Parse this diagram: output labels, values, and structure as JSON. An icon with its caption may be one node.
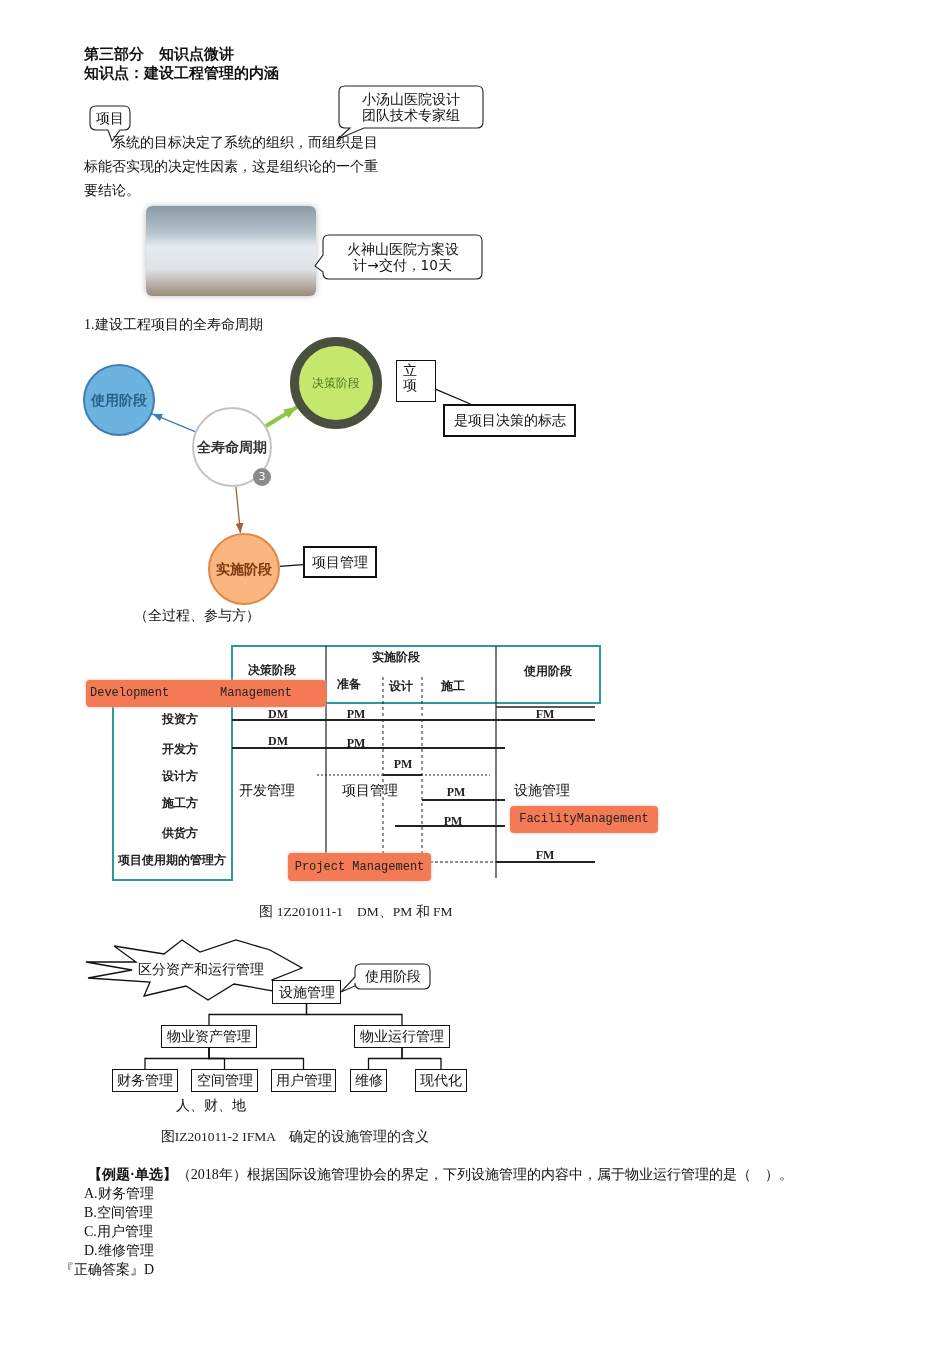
{
  "diagram": {
    "title": "第三部分　知识点微讲",
    "nodes": [
      {
        "text": [
          "项目"
        ]
      },
      {
        "text": [
          "小汤山医院设计团队技术专家组"
        ]
      },
      {
        "text": [
          "火神山医院方案设计→交付，10天"
        ]
      },
      {
        "text": [
          "使用阶段"
        ]
      },
      {
        "text": [
          "决策阶段"
        ]
      },
      {
        "text": [
          "全寿命周期"
        ]
      },
      {
        "text": [
          "实施阶段"
        ],
        "beside": [
          "（全过程、参与方）"
        ]
      },
      {
        "text": [
          "立项"
        ]
      },
      {
        "text": [
          "是项目决策的标志"
        ]
      },
      {
        "text": [
          "项目管理"
        ]
      },
      {
        "text": [
          "Development Management"
        ]
      },
      {
        "text": [
          "FacilityManagement"
        ]
      },
      {
        "text": [
          "Project Management"
        ]
      },
      {
        "text": [
          "区分资产和运行管理"
        ]
      },
      {
        "text": [
          "使用阶段"
        ]
      },
      {
        "text": [
          "设施管理"
        ]
      },
      {
        "text": [
          "物业资产管理"
        ]
      },
      {
        "text": [
          "物业运行管理"
        ]
      },
      {
        "text": [
          "财务管理"
        ]
      },
      {
        "text": [
          "空间管理"
        ]
      },
      {
        "text": [
          "用户管理"
        ]
      },
      {
        "text": [
          "维修"
        ]
      },
      {
        "text": [
          "现代化"
        ]
      }
    ],
    "edges": [
      {
        "from": 5,
        "to": 3,
        "arrow": "to",
        "color": "#3d7fb5"
      },
      {
        "from": 5,
        "to": 4,
        "arrow": "to",
        "style": "thick",
        "color": "#8dc63f"
      },
      {
        "from": 5,
        "to": 6,
        "arrow": "to",
        "color": "#a0643c"
      },
      {
        "from": 7,
        "to": 8,
        "arrow": "none"
      },
      {
        "from": 6,
        "to": 9,
        "arrow": "none"
      },
      {
        "from": 15,
        "to": 16,
        "arrow": "none"
      },
      {
        "from": 15,
        "to": 17,
        "arrow": "none"
      },
      {
        "from": 16,
        "to": 18,
        "arrow": "none"
      },
      {
        "from": 16,
        "to": 19,
        "arrow": "none"
      },
      {
        "from": 16,
        "to": 20,
        "arrow": "none"
      },
      {
        "from": 17,
        "to": 21,
        "arrow": "none"
      },
      {
        "from": 17,
        "to": 22,
        "arrow": "none"
      }
    ],
    "labels": [
      "知识点：建设工程管理的内涵",
      "系统的目标决定了系统的组织，而组织是目标能否实现的决定性因素，这是组织论的一个重要结论。",
      "1.建设工程项目的全寿命周期",
      "3",
      "实施阶段",
      "决策阶段",
      "准备",
      "设计",
      "施工",
      "使用阶段",
      "DM",
      "PM",
      "FM",
      "投资方",
      "DM",
      "PM",
      "开发方",
      "PM",
      "设计方",
      "开发管理",
      "项目管理",
      "PM",
      "设施管理",
      "施工方",
      "PM",
      "供货方",
      "FM",
      "项目使用期的管理方",
      "图 1Z201011-1　DM、PM 和 FM",
      "人、财、地",
      "图IZ201011-2 IFMA　确定的设施管理的含义",
      "**【例题·单选】**（2018年）根据国际设施管理协会的界定，下列设施管理的内容中，属于物业运行管理的是（　）。",
      "A.财务管理",
      "B.空间管理",
      "C.用户管理",
      "D.维修管理",
      "『正确答案』D"
    ]
  }
}
